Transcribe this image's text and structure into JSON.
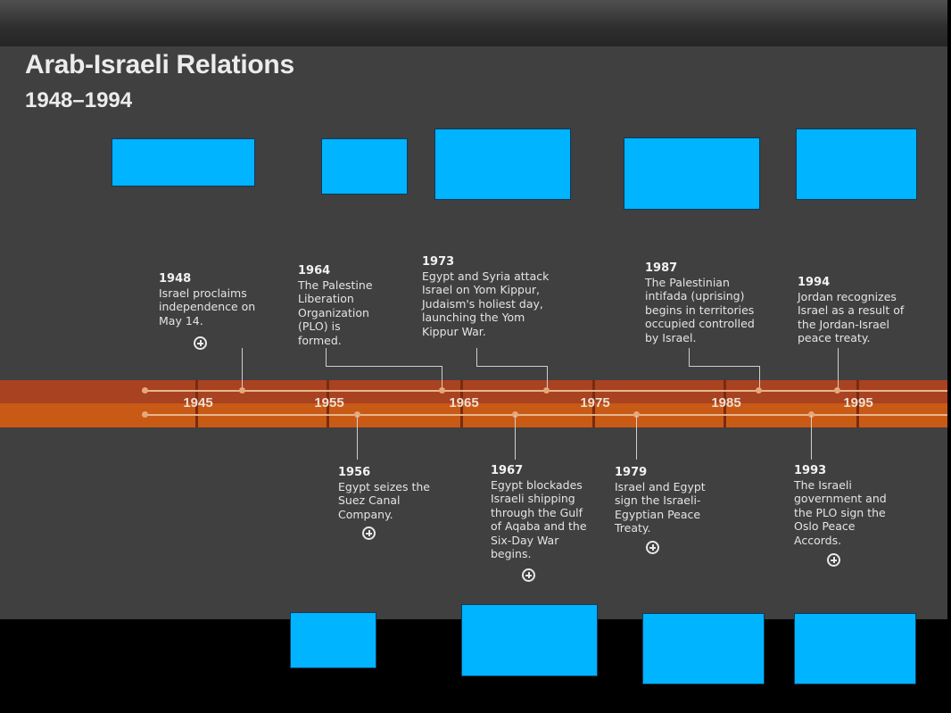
{
  "header": {
    "title": "Arab-Israeli Relations",
    "subtitle": "1948–1994"
  },
  "axis_years": [
    "1945",
    "1955",
    "1965",
    "1975",
    "1985",
    "1995"
  ],
  "events_above": [
    {
      "year": "1948",
      "text": "Israel proclaims\nindependence on\nMay 14."
    },
    {
      "year": "1964",
      "text": "The Palestine\nLiberation\nOrganization\n(PLO) is\nformed."
    },
    {
      "year": "1973",
      "text": "Egypt and Syria attack\nIsrael on Yom Kippur,\nJudaism's holiest day,\nlaunching the Yom\nKippur War."
    },
    {
      "year": "1987",
      "text": "The Palestinian\nintifada (uprising)\nbegins in territories\noccupied controlled\nby Israel."
    },
    {
      "year": "1994",
      "text": "Jordan recognizes\nIsrael as a result of\nthe Jordan-Israel\npeace treaty."
    }
  ],
  "events_below": [
    {
      "year": "1956",
      "text": "Egypt seizes the\nSuez Canal\nCompany."
    },
    {
      "year": "1967",
      "text": "Egypt blockades\nIsraeli shipping\nthrough the Gulf\nof Aqaba and the\nSix-Day War\nbegins."
    },
    {
      "year": "1979",
      "text": "Israel and Egypt\nsign the Israeli-\nEgyptian Peace\nTreaty."
    },
    {
      "year": "1993",
      "text": "The Israeli\ngovernment and\nthe PLO sign the\nOslo Peace\nAccords."
    }
  ],
  "icons": {
    "expand": "plus-circle-icon"
  },
  "colors": {
    "background": "#404040",
    "band_dark": "#a94221",
    "band_light": "#c95a16",
    "placeholder_box": "#00b4ff"
  }
}
